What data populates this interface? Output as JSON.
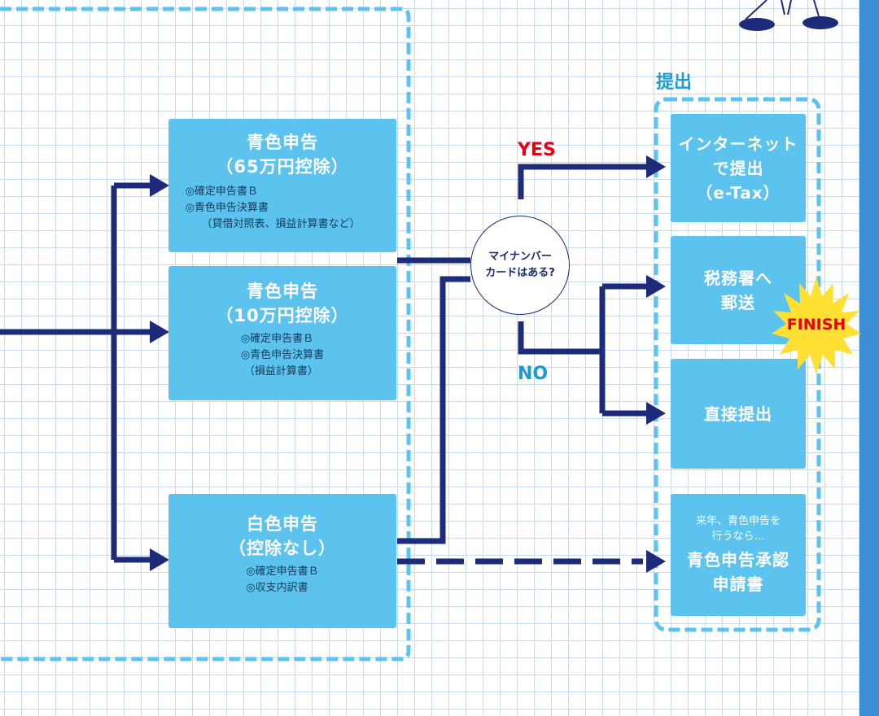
{
  "colors": {
    "box_fill": "#5cc3ee",
    "flow_line": "#1e2a7a",
    "dashed_border": "#5cc3ee",
    "yes_label": "#e60012",
    "no_label": "#1a9bd6",
    "finish_burst": "#ffe033",
    "right_bar": "#3a8fd6"
  },
  "boxes": {
    "blue65": {
      "title1": "青色申告",
      "title2": "（65万円控除）",
      "item1": "◎確定申告書Ｂ",
      "item2": "◎青色申告決算書",
      "sub": "（貸借対照表、損益計算書など）"
    },
    "blue10": {
      "title1": "青色申告",
      "title2": "（10万円控除）",
      "item1": "◎確定申告書Ｂ",
      "item2": "◎青色申告決算書",
      "sub": "（損益計算書）"
    },
    "white": {
      "title1": "白色申告",
      "title2": "（控除なし）",
      "item1": "◎確定申告書Ｂ",
      "item2": "◎収支内訳書"
    }
  },
  "decision": {
    "line1": "マイナンバー",
    "line2": "カードはある?",
    "yes": "YES",
    "no": "NO"
  },
  "submission": {
    "heading": "提出",
    "etax": {
      "line1": "インターネット",
      "line2": "で提出",
      "line3": "（e-Tax）"
    },
    "mail": {
      "line1": "税務署へ",
      "line2": "郵送"
    },
    "direct": {
      "line1": "直接提出"
    },
    "approval": {
      "note1": "来年、青色申告を",
      "note2": "行うなら…",
      "line1": "青色申告承認",
      "line2": "申請書"
    }
  },
  "finish": "FINISH"
}
